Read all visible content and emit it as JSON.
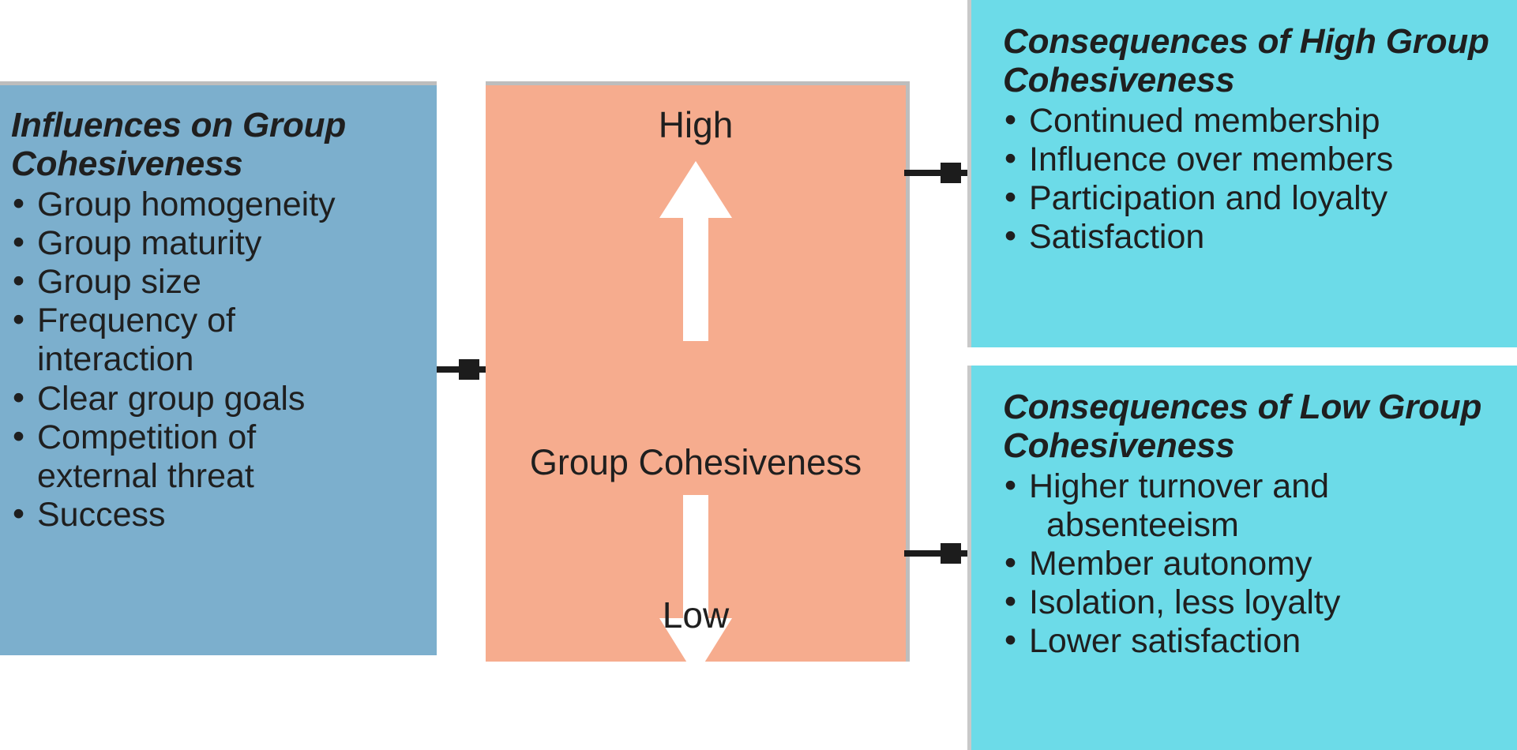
{
  "diagram": {
    "influences": {
      "title": "Influences on Group Cohesiveness",
      "items": [
        {
          "text": "Group homogeneity"
        },
        {
          "text": "Group maturity"
        },
        {
          "text": "Group size"
        },
        {
          "text": "Frequency of",
          "wrap": "interaction"
        },
        {
          "text": "Clear group goals"
        },
        {
          "text": "Competition of",
          "wrap": "external threat"
        },
        {
          "text": "Success"
        }
      ]
    },
    "cohesiveness": {
      "high_label": "High",
      "low_label": "Low",
      "center_label": "Group Cohesiveness"
    },
    "consequences_high": {
      "title": "Consequences of High Group Cohesiveness",
      "items": [
        {
          "text": "Continued membership"
        },
        {
          "text": "Influence over members"
        },
        {
          "text": "Participation and loyalty"
        },
        {
          "text": "Satisfaction"
        }
      ]
    },
    "consequences_low": {
      "title": "Consequences of Low Group Cohesiveness",
      "items": [
        {
          "text": "Higher turnover and",
          "wrap": "absenteeism"
        },
        {
          "text": "Member autonomy"
        },
        {
          "text": "Isolation, less loyalty"
        },
        {
          "text": "Lower satisfaction"
        }
      ]
    },
    "colors": {
      "influences_bg": "#7cafcd",
      "cohesiveness_bg": "#f6ac8e",
      "consequences_bg": "#6cdbe8",
      "arrow": "#1c1c1c",
      "text": "#1f1f1f",
      "inner_arrow": "#ffffff"
    }
  }
}
